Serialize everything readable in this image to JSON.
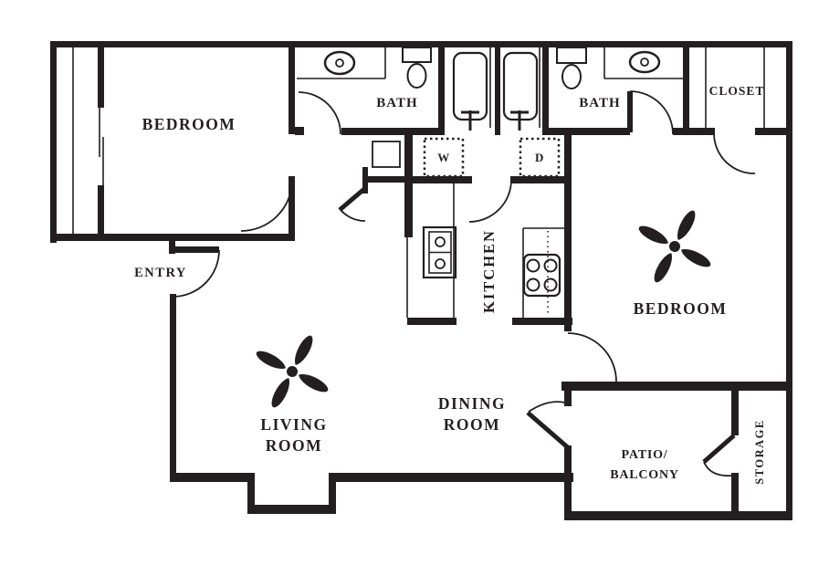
{
  "title": "Apartment floor plan",
  "colors": {
    "ink": "#231f20",
    "paper": "#ffffff"
  },
  "labels": {
    "bedroom_left": "BEDROOM",
    "bath_left": "BATH",
    "bath_right": "BATH",
    "closet": "CLOSET",
    "washer": "W",
    "dryer": "D",
    "entry": "ENTRY",
    "kitchen": "KITCHEN",
    "bedroom_right": "BEDROOM",
    "living_line1": "LIVING",
    "living_line2": "ROOM",
    "dining_line1": "DINING",
    "dining_line2": "ROOM",
    "patio_line1": "PATIO/",
    "patio_line2": "BALCONY",
    "storage": "STORAGE"
  }
}
